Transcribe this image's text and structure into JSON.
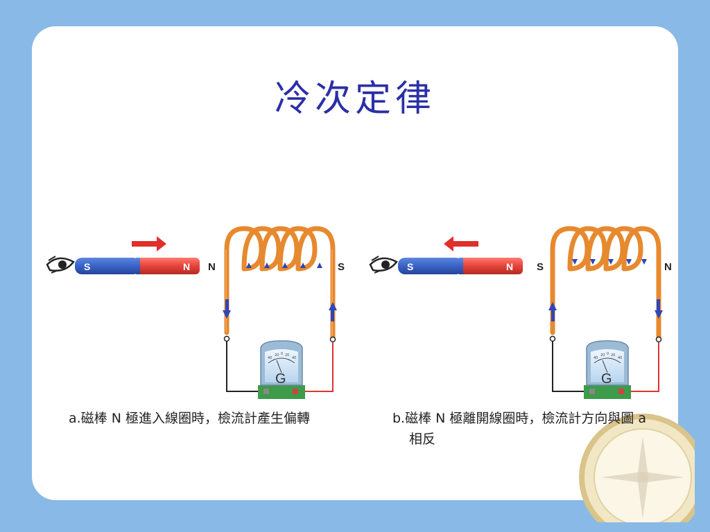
{
  "slide": {
    "title": "冷次定律"
  },
  "panel_a": {
    "magnet_s": "S",
    "magnet_n": "N",
    "coil_left_pole": "N",
    "coil_right_pole": "S",
    "galvanometer_letter": "G",
    "caption": "a.磁棒 N 極進入線圈時，檢流計產生偏轉"
  },
  "panel_b": {
    "magnet_s": "S",
    "magnet_n": "N",
    "coil_left_pole": "S",
    "coil_right_pole": "N",
    "galvanometer_letter": "G",
    "caption_line1": "b.磁棒 N 極離開線圈時，檢流計方向與圖 a",
    "caption_line2": "相反"
  },
  "meter_scale": [
    "40",
    "20",
    "0",
    "20",
    "40"
  ],
  "colors": {
    "background": "#89b9e6",
    "title": "#2b2fa6",
    "magnet_south": "#3a63c6",
    "magnet_north": "#e5433a",
    "coil": "#e7892e",
    "current_arrow": "#2f46b7",
    "motion_arrow": "#e0302a"
  },
  "icons": [
    "eye-icon",
    "compass-icon"
  ]
}
